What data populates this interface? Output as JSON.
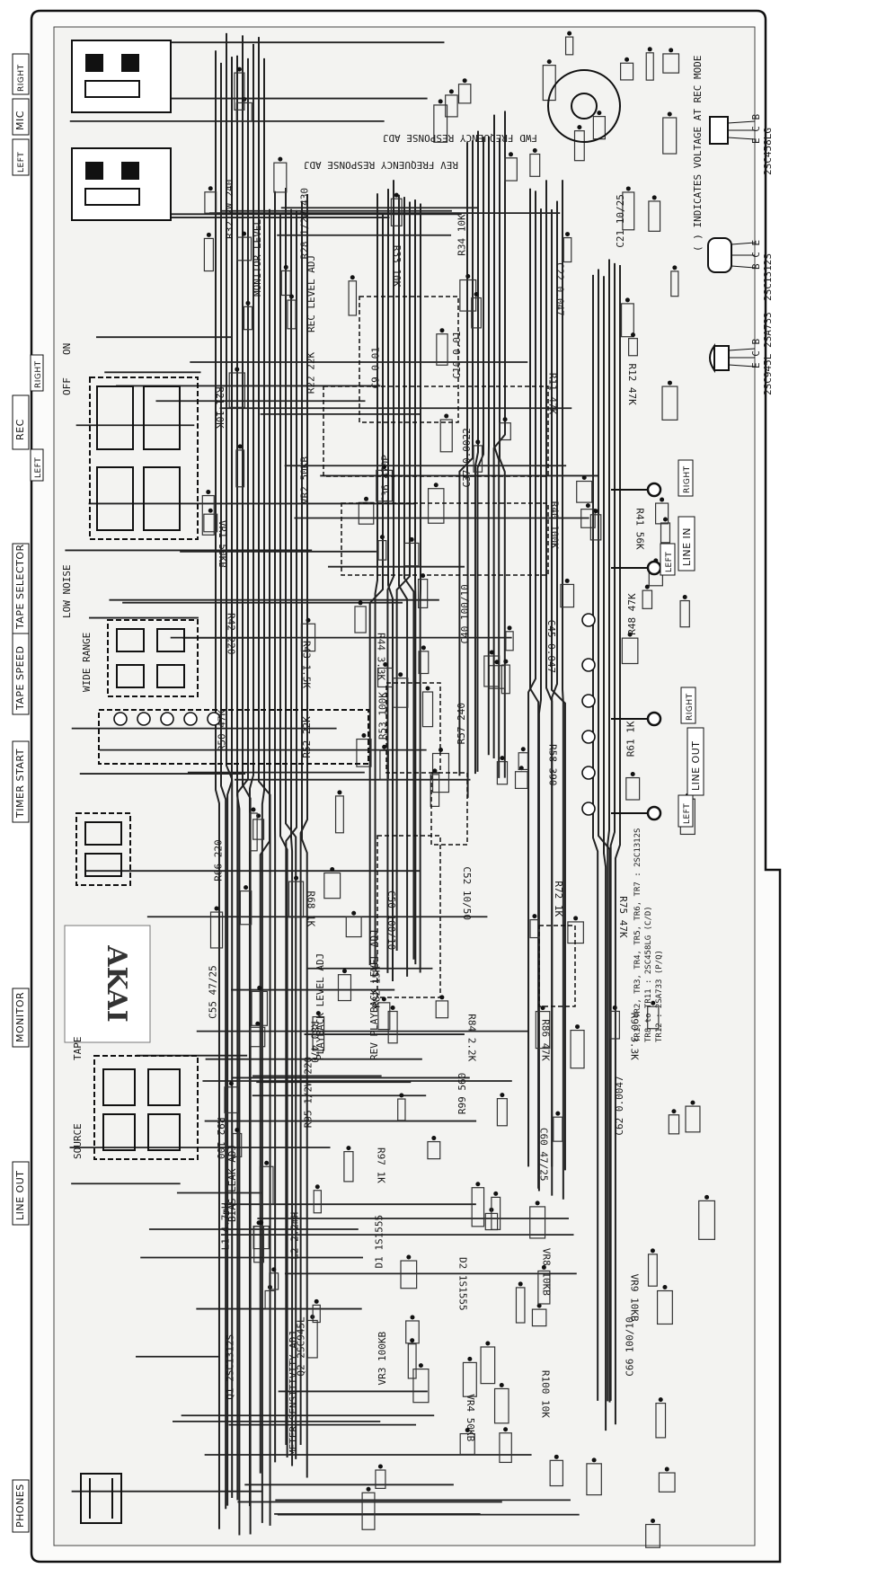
{
  "left_edge_labels": [
    "PHONES",
    "LINE OUT",
    "MONITOR",
    "TIMER START",
    "TAPE SPEED",
    "TAPE SELECTOR",
    "REC",
    "MIC"
  ],
  "left_edge_sub": {
    "rec": [
      "LEFT",
      "RIGHT"
    ],
    "mic": [
      "LEFT",
      "RIGHT"
    ]
  },
  "right_edge_labels": {
    "line_out": "LINE OUT",
    "line_out_ch": [
      "LEFT",
      "RIGHT"
    ],
    "line_in": "LINE IN",
    "line_in_ch": [
      "LEFT",
      "RIGHT"
    ]
  },
  "brand": "AKAI",
  "transistors": [
    {
      "type": "2SC458LG",
      "pins": "E C B"
    },
    {
      "type": "2SC1312S",
      "pins": "B C E"
    },
    {
      "type": "2SC945L 2SA733",
      "pins": "E C B"
    }
  ],
  "notes": [
    "( ) INDICATES VOLTAGE AT REC MODE",
    "TR1, TR2, TR3, TR4, TR5, TR6, TR7 : 2SC1312S",
    "TR8 to TR11 : 2SC458LG (C/D)",
    "TR12 : 2SA733 (P/Q)"
  ],
  "adjustments": [
    "FWD FREQUENCY RESPONSE ADJ",
    "REV FREQUENCY RESPONSE ADJ",
    "MONITOR LEVEL",
    "REC LEVEL ADJ",
    "PLAYBACK LEVEL ADJ",
    "REV PLAYBACK LEVEL ADJ",
    "BIAS LEAK ADJ",
    "METER SENSITIVITY ADJ"
  ],
  "switch_labels": [
    "SOURCE",
    "TAPE",
    "LOW NOISE",
    "WIDE RANGE",
    "OFF",
    "ON"
  ],
  "component_labels": [
    "R32 2W 240",
    "R28 1/2W 430",
    "R33 10K",
    "R34 10K",
    "C22 0.047",
    "C21 10/25",
    "R21 10K",
    "R22 22K",
    "C9 0.01",
    "C10 0.01",
    "R11 47K",
    "R12 47K",
    "VR1 50KB",
    "VR2 50KB",
    "C36 470P",
    "C37 0.0022",
    "R40 100K",
    "R41 56K",
    "R42 220",
    "R43 1.5K",
    "R44 3.3K",
    "C40 100/10",
    "C45 0.047",
    "R48 47K",
    "R50 47K",
    "R52 22K",
    "R53 100K",
    "R57 240",
    "R58 390",
    "R61 1K",
    "R66 220",
    "R68 1K",
    "C50 100/10",
    "C52 10/50",
    "R72 1K",
    "R75 47K",
    "C55 47/25",
    "R80 470",
    "R82 15K",
    "R84 2.2K",
    "R86 47K",
    "R90 3.3K",
    "R92 100",
    "R95 1/2W 220",
    "R97 1K",
    "R99 560",
    "C60 47/25",
    "C62 0.0047",
    "L1 4.7mH",
    "L2 2.2mH",
    "D1 1S1555",
    "D2 1S1555",
    "VR8 10KB",
    "VR9 10KB",
    "Q1 2SC1312S",
    "Q2 2SC945L",
    "VR3 100KB",
    "VR4 50KB",
    "R100 10K",
    "C66 100/10"
  ]
}
